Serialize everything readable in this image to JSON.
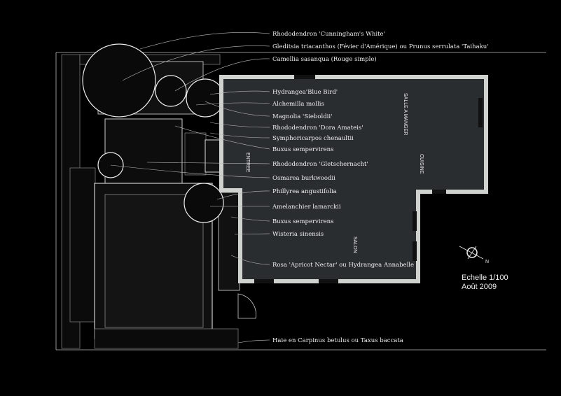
{
  "plan": {
    "labels": [
      "Rhododendron 'Cunningham's White'",
      "Gleditsia triacanthos (Févier d'Amérique) ou Prunus serrulata 'Taihaku'",
      "Camellia sasanqua (Rouge simple)",
      "Hydrangea'Blue Bird'",
      "Alchemilla mollis",
      "Magnolia 'Sieboldii'",
      "Rhododendron 'Dora Amateis'",
      "Symphoricarpos chenaultii",
      "Buxus sempervirens",
      "Rhododendron 'Gletschernacht'",
      "Osmarea burkwoodii",
      "Phillyrea angustifolia",
      "Amelanchier lamarckii",
      "Buxus sempervirens",
      "Wisteria sinensis",
      "Rosa 'Apricot Nectar' ou Hydrangea Annabelle",
      "Haie en Carpinus betulus ou Taxus baccata"
    ],
    "rooms": {
      "entree": "ENTREE",
      "salle_a_manger": "SALLE A MANGER",
      "cuisine": "CUISINE",
      "salon": "SALON"
    },
    "scale": "Echelle 1/100",
    "date": "Août 2009",
    "north": "N"
  }
}
